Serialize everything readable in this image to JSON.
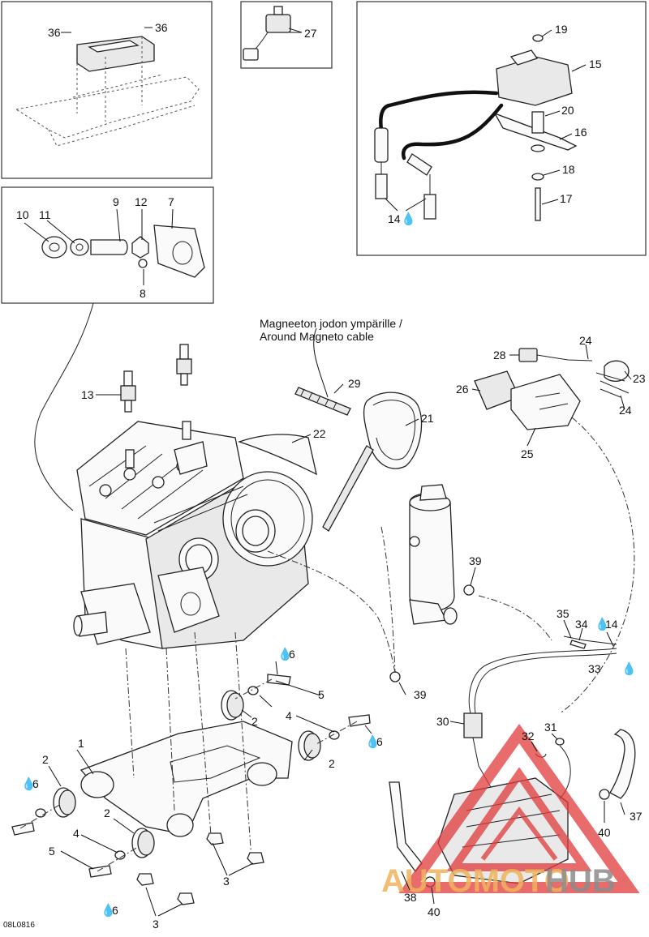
{
  "diagram": {
    "code": "08L0816",
    "annotation_fi": "Magneeton jodon ympärille /",
    "annotation_en": "Around Magneto cable",
    "watermark_auto": "AUTOMOTO",
    "watermark_hub": "HUB",
    "drop_symbol": "💧",
    "callouts": {
      "c1": "1",
      "c2": "2",
      "c3": "3",
      "c4": "4",
      "c5": "5",
      "c6": "6",
      "c7": "7",
      "c8": "8",
      "c9": "9",
      "c10": "10",
      "c11": "11",
      "c12": "12",
      "c13": "13",
      "c14": "14",
      "c15": "15",
      "c16": "16",
      "c17": "17",
      "c18": "18",
      "c19": "19",
      "c20": "20",
      "c21": "21",
      "c22": "22",
      "c23": "23",
      "c24": "24",
      "c25": "25",
      "c26": "26",
      "c27": "27",
      "c28": "28",
      "c29": "29",
      "c30": "30",
      "c31": "31",
      "c32": "32",
      "c33": "33",
      "c34": "34",
      "c35": "35",
      "c36": "36",
      "c37": "37",
      "c38": "38",
      "c39": "39",
      "c40": "40"
    }
  }
}
